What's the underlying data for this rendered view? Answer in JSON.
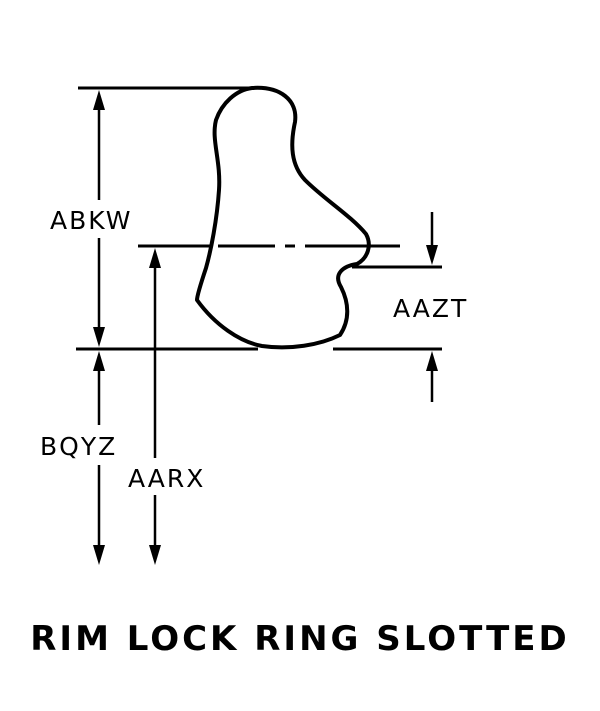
{
  "diagram": {
    "title": "RIM LOCK RING SLOTTED",
    "dimensions": {
      "abkw": "ABKW",
      "bqyz": "BQYZ",
      "aarx": "AARX",
      "aazt": "AAZT"
    },
    "colors": {
      "ink": "#000000",
      "paper": "#ffffff"
    }
  }
}
